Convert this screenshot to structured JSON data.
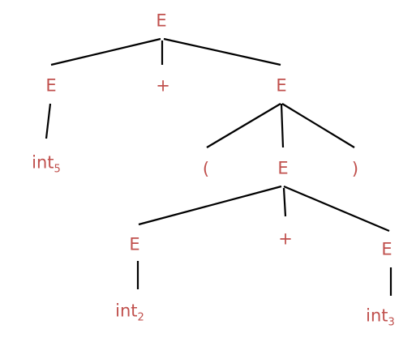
{
  "colors": {
    "node_text": "#c0504d",
    "edge": "#000000",
    "background": "#ffffff"
  },
  "tree": {
    "root": {
      "label": "E"
    },
    "root_left": {
      "label": "E"
    },
    "root_plus": {
      "label": "+"
    },
    "root_right": {
      "label": "E"
    },
    "int5": {
      "label": "int",
      "subscript": "5"
    },
    "lparen": {
      "label": "("
    },
    "paren_expr": {
      "label": "E"
    },
    "rparen": {
      "label": ")"
    },
    "inner_left": {
      "label": "E"
    },
    "inner_plus": {
      "label": "+"
    },
    "inner_right": {
      "label": "E"
    },
    "int2": {
      "label": "int",
      "subscript": "2"
    },
    "int3": {
      "label": "int",
      "subscript": "3"
    }
  }
}
